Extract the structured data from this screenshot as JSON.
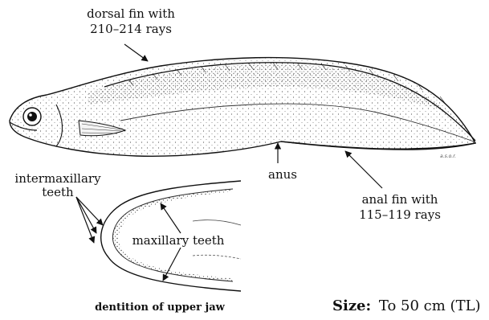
{
  "labels": {
    "dorsal_fin_line1": "dorsal fin with",
    "dorsal_fin_line2": "210–214 rays",
    "anus": "anus",
    "anal_fin_line1": "anal fin with",
    "anal_fin_line2": "115–119 rays",
    "intermaxillary_line1": "intermaxillary",
    "intermaxillary_line2": "teeth",
    "maxillary_teeth": "maxillary teeth",
    "jaw_caption": "dentition of upper jaw",
    "size_key": "Size:",
    "size_value": "To 50 cm (TL)"
  }
}
